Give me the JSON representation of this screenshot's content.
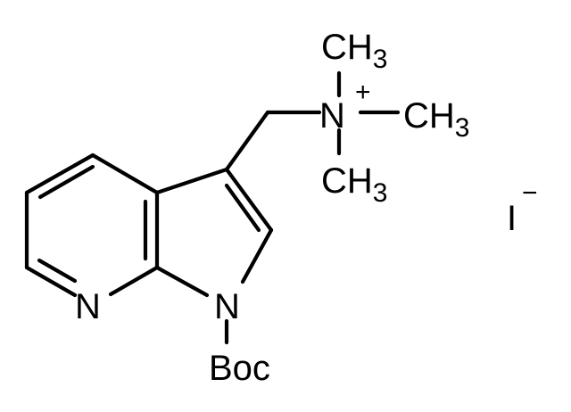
{
  "labels": {
    "ring_nitrogen": "N",
    "indole_nitrogen": "N",
    "protecting_group": "Boc",
    "ammonium_nitrogen": "N",
    "ammonium_charge": "+",
    "methyl_top": {
      "main": "CH",
      "subscript": "3"
    },
    "methyl_right": {
      "main": "CH",
      "subscript": "3"
    },
    "methyl_bottom": {
      "main": "CH",
      "subscript": "3"
    },
    "counter_ion": "I",
    "counter_ion_charge": "−"
  }
}
